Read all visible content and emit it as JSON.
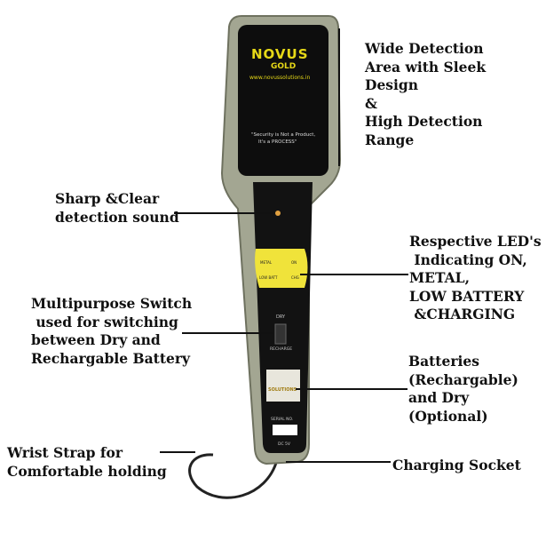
{
  "device": {
    "brand": "NOVUS",
    "model": "GOLD",
    "website": "www.novussolutions.in",
    "tagline_1": "\"Security is Not a Product,",
    "tagline_2": "It's a PROCESS\"",
    "panel_labels": {
      "metal": "METAL",
      "on": "ON",
      "low_batt": "LOW BATT",
      "chg": "CHG"
    },
    "switch_label_top": "DRY",
    "switch_label_bottom": "RECHARGE",
    "sticker_text": "SOLUTIONS",
    "serial_label": "SERIAL NO.",
    "socket_label": "DC 5V"
  },
  "callouts": {
    "wide_detection": "Wide Detection\nArea with Sleek\nDesign\n&\nHigh Detection\nRange",
    "sound": "Sharp &Clear\ndetection sound",
    "leds": "Respective LED's\n Indicating ON,\nMETAL,\nLOW BATTERY\n &CHARGING",
    "switch": "Multipurpose Switch\n used for switching\nbetween Dry and\nRechargable Battery",
    "batteries": "Batteries\n(Rechargable)\nand Dry\n(Optional)",
    "strap": "Wrist Strap for\nComfortable holding",
    "socket": "Charging Socket"
  },
  "colors": {
    "body": "#a3a692",
    "panel": "#0d0d0d",
    "brand_yellow": "#e6d817",
    "led_panel": "#f0e33a"
  }
}
